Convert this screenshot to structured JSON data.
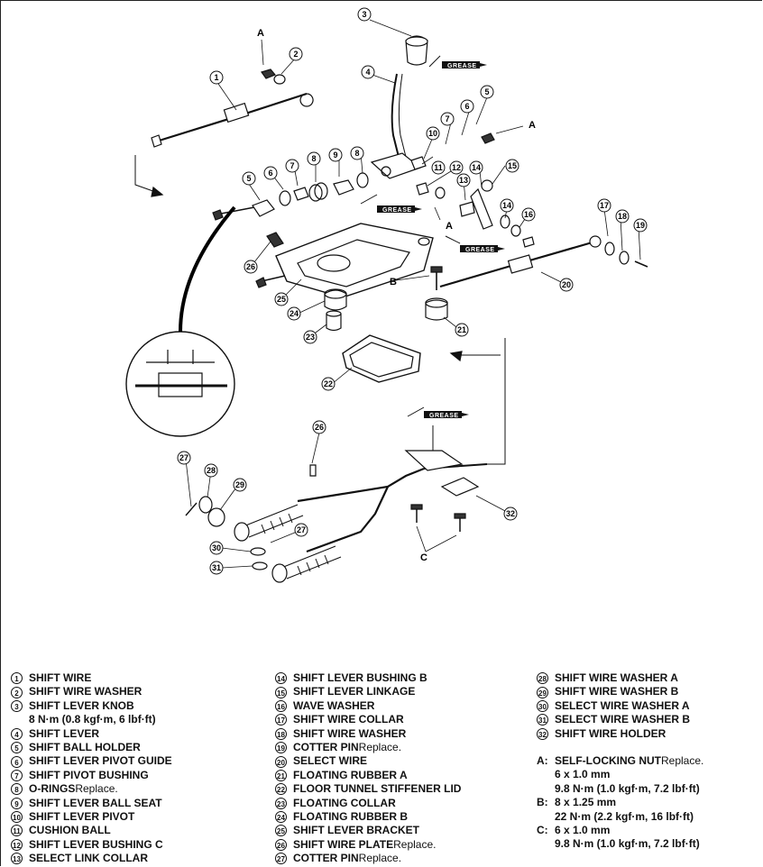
{
  "diagram": {
    "grease_label": "GREASE",
    "letters": {
      "a": "A",
      "b": "B",
      "c": "C"
    }
  },
  "legend": {
    "col1": [
      {
        "num": "1",
        "label": "SHIFT WIRE",
        "note": ""
      },
      {
        "num": "2",
        "label": "SHIFT WIRE WASHER",
        "note": ""
      },
      {
        "num": "3",
        "label": "SHIFT LEVER KNOB",
        "note": ""
      },
      {
        "num": "",
        "label": "8 N·m (0.8 kgf·m, 6 lbf·ft)",
        "note": ""
      },
      {
        "num": "4",
        "label": "SHIFT LEVER",
        "note": ""
      },
      {
        "num": "5",
        "label": "SHIFT BALL HOLDER",
        "note": ""
      },
      {
        "num": "6",
        "label": "SHIFT LEVER PIVOT GUIDE",
        "note": ""
      },
      {
        "num": "7",
        "label": "SHIFT PIVOT BUSHING",
        "note": ""
      },
      {
        "num": "8",
        "label": "O-RINGS",
        "note": "Replace."
      },
      {
        "num": "9",
        "label": "SHIFT LEVER BALL SEAT",
        "note": ""
      },
      {
        "num": "10",
        "label": "SHIFT LEVER PIVOT",
        "note": ""
      },
      {
        "num": "11",
        "label": "CUSHION BALL",
        "note": ""
      },
      {
        "num": "12",
        "label": "SHIFT LEVER BUSHING C",
        "note": ""
      },
      {
        "num": "13",
        "label": "SELECT LINK COLLAR",
        "note": ""
      }
    ],
    "col2": [
      {
        "num": "14",
        "label": "SHIFT LEVER BUSHING B",
        "note": ""
      },
      {
        "num": "15",
        "label": "SHIFT LEVER LINKAGE",
        "note": ""
      },
      {
        "num": "16",
        "label": "WAVE WASHER",
        "note": ""
      },
      {
        "num": "17",
        "label": "SHIFT WIRE COLLAR",
        "note": ""
      },
      {
        "num": "18",
        "label": "SHIFT WIRE WASHER",
        "note": ""
      },
      {
        "num": "19",
        "label": "COTTER PIN",
        "note": "Replace."
      },
      {
        "num": "20",
        "label": "SELECT WIRE",
        "note": ""
      },
      {
        "num": "21",
        "label": "FLOATING RUBBER A",
        "note": ""
      },
      {
        "num": "22",
        "label": "FLOOR TUNNEL STIFFENER LID",
        "note": ""
      },
      {
        "num": "23",
        "label": "FLOATING COLLAR",
        "note": ""
      },
      {
        "num": "24",
        "label": "FLOATING RUBBER B",
        "note": ""
      },
      {
        "num": "25",
        "label": "SHIFT LEVER BRACKET",
        "note": ""
      },
      {
        "num": "26",
        "label": "SHIFT WIRE PLATE",
        "note": "Replace."
      },
      {
        "num": "27",
        "label": "COTTER PIN",
        "note": "Replace."
      }
    ],
    "col3": [
      {
        "num": "28",
        "label": "SHIFT WIRE WASHER A",
        "note": ""
      },
      {
        "num": "29",
        "label": "SHIFT WIRE WASHER B",
        "note": ""
      },
      {
        "num": "30",
        "label": "SELECT WIRE WASHER A",
        "note": ""
      },
      {
        "num": "31",
        "label": "SELECT WIRE WASHER B",
        "note": ""
      },
      {
        "num": "32",
        "label": "SHIFT WIRE HOLDER",
        "note": ""
      }
    ],
    "fasteners": [
      {
        "key": "A:",
        "lines": [
          {
            "label": "SELF-LOCKING NUT",
            "note": "Replace."
          },
          {
            "label": "6 x 1.0 mm",
            "note": ""
          },
          {
            "label": "9.8 N·m (1.0 kgf·m, 7.2 lbf·ft)",
            "note": ""
          }
        ]
      },
      {
        "key": "B:",
        "lines": [
          {
            "label": "8 x 1.25 mm",
            "note": ""
          },
          {
            "label": "22 N·m (2.2 kgf·m, 16 lbf·ft)",
            "note": ""
          }
        ]
      },
      {
        "key": "C:",
        "lines": [
          {
            "label": "6 x 1.0 mm",
            "note": ""
          },
          {
            "label": "9.8 N·m (1.0 kgf·m, 7.2 lbf·ft)",
            "note": ""
          }
        ]
      }
    ]
  }
}
